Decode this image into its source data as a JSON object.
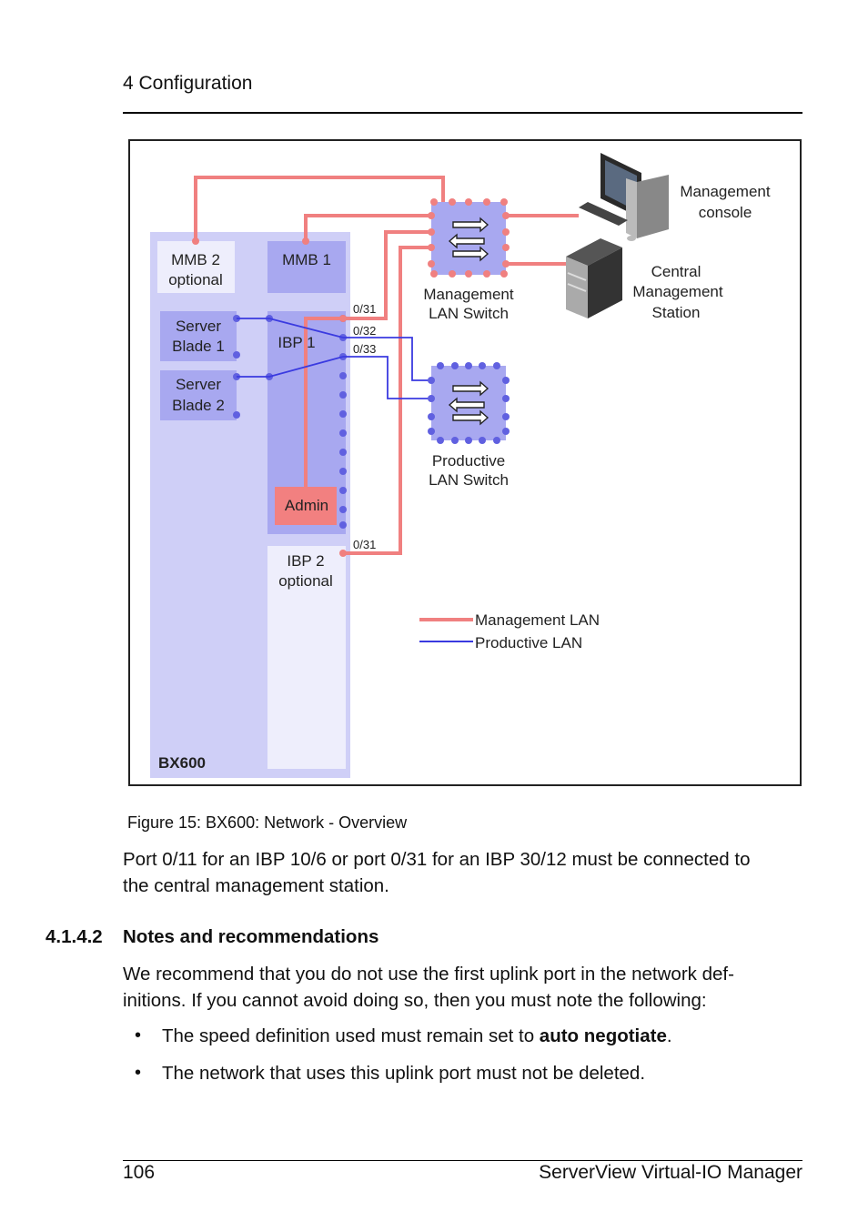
{
  "header": {
    "chapter": "4 Configuration"
  },
  "diagram": {
    "mmb2": [
      "MMB 2",
      "optional"
    ],
    "mmb1": "MMB 1",
    "server_blade_1": [
      "Server",
      "Blade 1"
    ],
    "server_blade_2": [
      "Server",
      "Blade 2"
    ],
    "ibp1": "IBP 1",
    "admin": "Admin",
    "ibp2": [
      "IBP 2",
      "optional"
    ],
    "bx600": "BX600",
    "ports": {
      "p031": "0/31",
      "p032": "0/32",
      "p033": "0/33",
      "p031b": "0/31"
    },
    "mgmt_switch": [
      "Management",
      "LAN Switch"
    ],
    "prod_switch": [
      "Productive",
      "LAN Switch"
    ],
    "mgmt_console": [
      "Management",
      "console"
    ],
    "central_station": [
      "Central",
      "Management",
      "Station"
    ],
    "legend": {
      "management": "Management LAN",
      "productive": "Productive LAN"
    },
    "colors": {
      "management_lan": "#f08080",
      "productive_lan": "#3a3ae0",
      "chassis": "#cfcff7",
      "ibp": "#a8a8f0",
      "admin": "#f28080"
    }
  },
  "caption": "Figure 15: BX600: Network - Overview",
  "para1_line1": "Port 0/11 for an IBP 10/6 or port 0/31 for an IBP 30/12 must be connected to",
  "para1_line2": "the central management station.",
  "section": {
    "number": "4.1.4.2",
    "title": "Notes and recommendations"
  },
  "para2_line1": "We recommend that you do not use the first uplink port in the network def-",
  "para2_line2": "initions. If you cannot avoid doing so, then you must note the following:",
  "bullets": {
    "b1_pre": "The speed definition used must remain set to ",
    "b1_bold": "auto negotiate",
    "b1_post": ".",
    "b2": "The network that uses this uplink port must not be deleted."
  },
  "footer": {
    "page": "106",
    "title": "ServerView Virtual-IO Manager"
  }
}
